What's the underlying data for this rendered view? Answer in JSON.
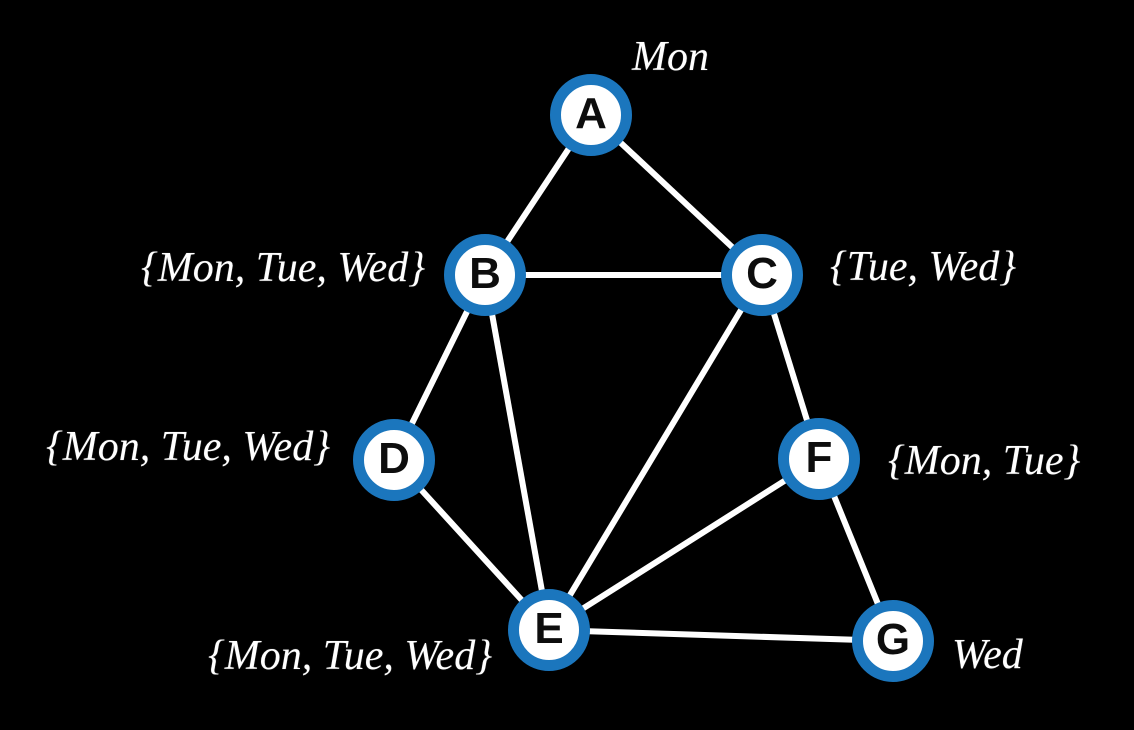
{
  "graph": {
    "type": "constraint-graph",
    "nodes": [
      {
        "id": "A",
        "domain": "Mon"
      },
      {
        "id": "B",
        "domain": "{Mon, Tue, Wed}"
      },
      {
        "id": "C",
        "domain": "{Tue, Wed}"
      },
      {
        "id": "D",
        "domain": "{Mon, Tue, Wed}"
      },
      {
        "id": "E",
        "domain": "{Mon, Tue, Wed}"
      },
      {
        "id": "F",
        "domain": "{Mon, Tue}"
      },
      {
        "id": "G",
        "domain": "Wed"
      }
    ],
    "edges": [
      [
        "A",
        "B"
      ],
      [
        "A",
        "C"
      ],
      [
        "B",
        "C"
      ],
      [
        "B",
        "D"
      ],
      [
        "B",
        "E"
      ],
      [
        "C",
        "E"
      ],
      [
        "C",
        "F"
      ],
      [
        "D",
        "E"
      ],
      [
        "E",
        "F"
      ],
      [
        "E",
        "G"
      ],
      [
        "F",
        "G"
      ]
    ]
  },
  "colors": {
    "background": "#000000",
    "node_ring": "#1b76bd",
    "node_fill": "#ffffff",
    "node_letter": "#0d0d0d",
    "edge": "#ffffff",
    "label_text": "#ffffff"
  }
}
